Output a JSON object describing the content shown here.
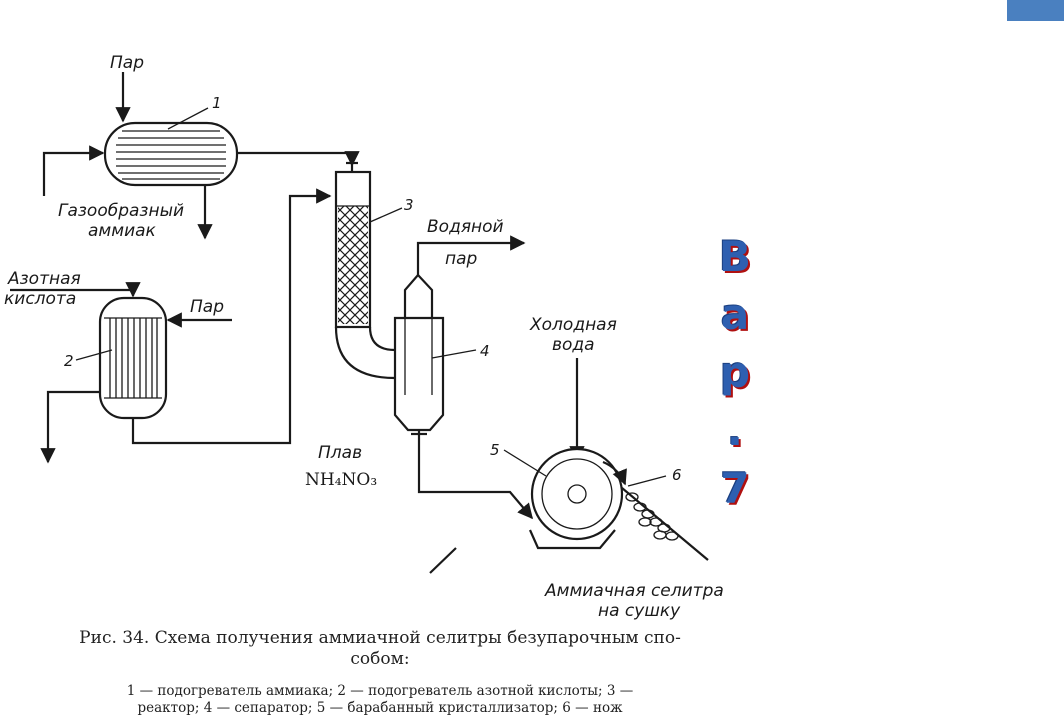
{
  "labels": {
    "steam_top": "Пар",
    "gas_ammonia_line1": "Газообразный",
    "gas_ammonia_line2": "аммиак",
    "nitric_acid_line1": "Азотная",
    "nitric_acid_line2": "кислота",
    "steam_mid": "Пар",
    "water_steam_line1": "Водяной",
    "water_steam_line2": "пар",
    "cold_water_line1": "Холодная",
    "cold_water_line2": "вода",
    "melt_word": "Плав",
    "melt_formula": "NH₄NO₃",
    "product_line1": "Аммиачная селитра",
    "product_line2": "на сушку"
  },
  "callouts": [
    "1",
    "2",
    "3",
    "4",
    "5",
    "6"
  ],
  "side_letters": [
    "В",
    "а",
    "р",
    ".",
    "7"
  ],
  "caption": {
    "line1": "Рис. 34. Схема получения аммиачной селитры безупарочным спо-",
    "line2": "собом:"
  },
  "legend": {
    "line1": "1 — подогреватель аммиака; 2 — подогреватель азотной кислоты; 3 —",
    "line2": "реактор; 4 — сепаратор; 5 — барабанный кристаллизатор; 6 — нож"
  },
  "colors": {
    "ink": "#1a1a1a",
    "tab_blue": "#4a80c0",
    "letter_blue": "#2e5fb0",
    "letter_shadow": "#b01010"
  }
}
